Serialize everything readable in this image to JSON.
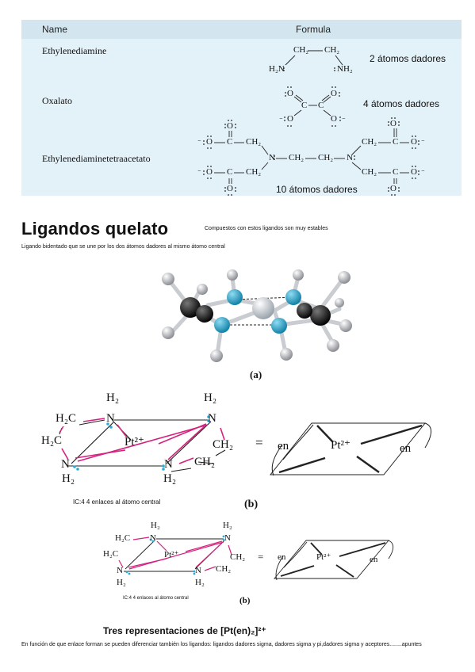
{
  "table": {
    "col_name": "Name",
    "col_formula": "Formula",
    "rows": [
      {
        "name": "Ethylenediamine",
        "donors": "2 átomos dadores"
      },
      {
        "name": "Oxalato",
        "donors": "4 átomos dadores"
      },
      {
        "name": "Ethylenediaminetetraacetato",
        "donors": "10 átomos dadores"
      }
    ]
  },
  "chem": {
    "ch2": "CH₂",
    "h2n": "H₂N",
    "nh2": "NH₂",
    "o": "O",
    "c": "C",
    "n": "N",
    "h2": "H₂",
    "h2c": "H₂C",
    "pt": "Pt²⁺",
    "en": "en",
    "eq": "="
  },
  "section": {
    "title": "Ligandos quelato",
    "title_note": "Compuestos con estos ligandos son muy estables",
    "subtitle": "Ligando bidentado que se une por los dos átomos dadores al mismo átomo central",
    "caption_a": "(a)",
    "caption_b": "(b)",
    "ic_note": "IC:4  4 enlaces al átomo central",
    "tres": "Tres representaciones de [Pt(en)₂]²⁺",
    "footer": "En función de que enlace forman se pueden diferenciar también los ligandos: ligandos dadores sigma, dadores sigma y pi,dadores sigma y aceptores........apuntes"
  }
}
